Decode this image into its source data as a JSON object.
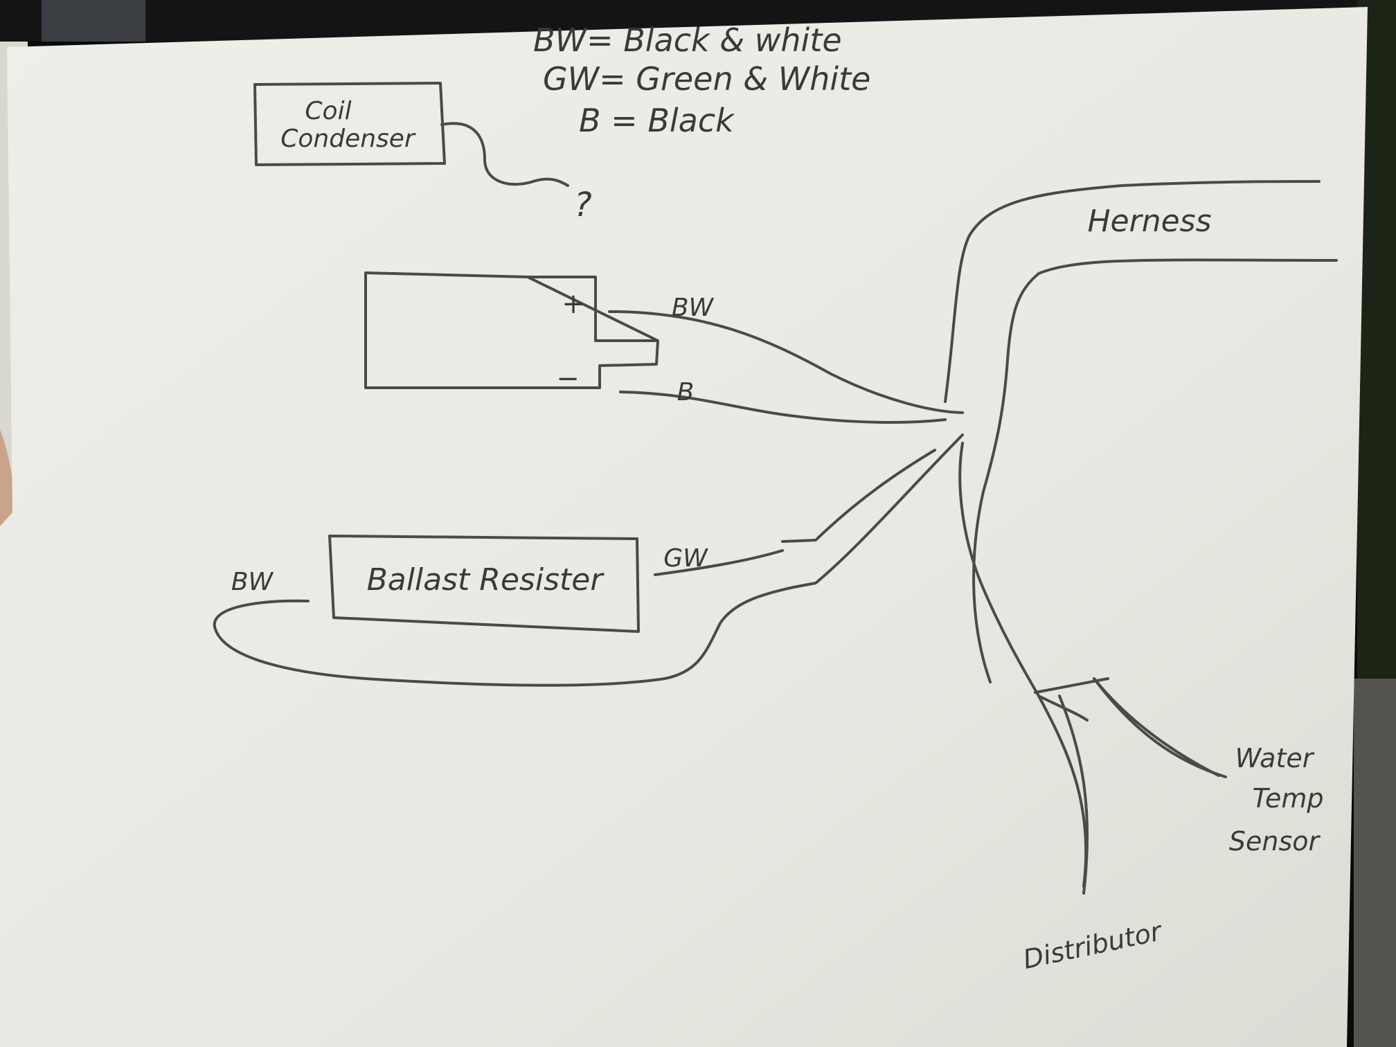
{
  "legend": {
    "line1": "BW= Black & white",
    "line2": "GW= Green & White",
    "line3": "B = Black"
  },
  "components": {
    "coil_condenser_line1": "Coil",
    "coil_condenser_line2": "Condenser",
    "question_mark": "?",
    "coil_plus": "+",
    "coil_minus": "−",
    "ballast_resister": "Ballast Resister"
  },
  "wires": {
    "bw_top": "BW",
    "b": "B",
    "gw": "GW",
    "bw_left": "BW"
  },
  "destinations": {
    "harness": "Herness",
    "water_line1": "Water",
    "water_line2": "Temp",
    "water_line3": "Sensor",
    "distributor": "Distributor"
  },
  "colors": {
    "paper": "#ebeae4",
    "pencil": "#4a4a4a"
  }
}
